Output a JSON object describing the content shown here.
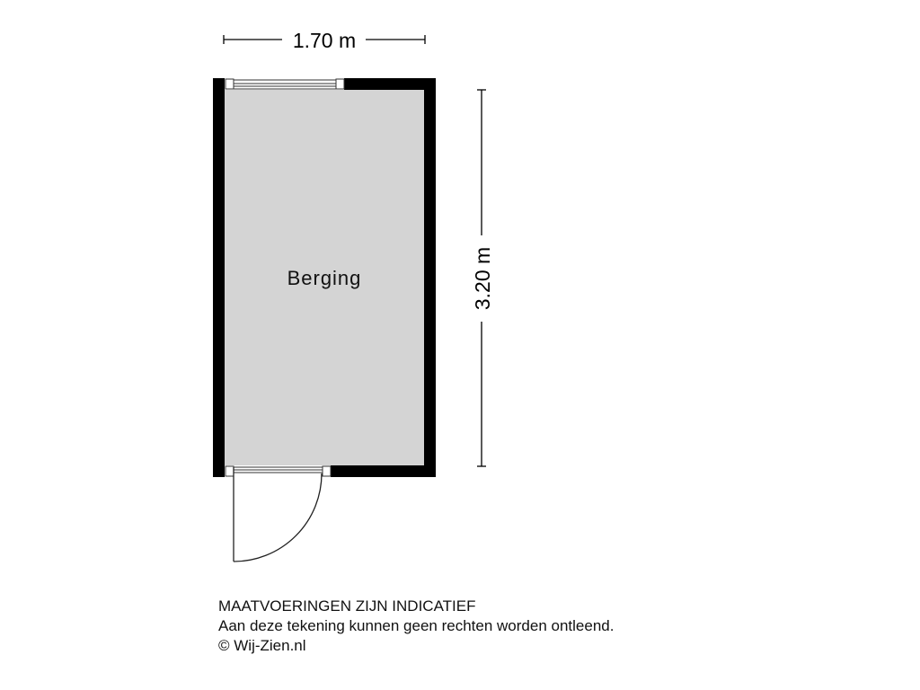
{
  "plan": {
    "room_label": "Berging",
    "width_dimension": "1.70 m",
    "height_dimension": "3.20 m",
    "floor_color": "#d4d4d4",
    "wall_color": "#000000"
  },
  "footer": {
    "line1": "MAATVOERINGEN ZIJN INDICATIEF",
    "line2": "Aan deze tekening kunnen geen rechten worden ontleend.",
    "line3": "© Wij-Zien.nl"
  }
}
